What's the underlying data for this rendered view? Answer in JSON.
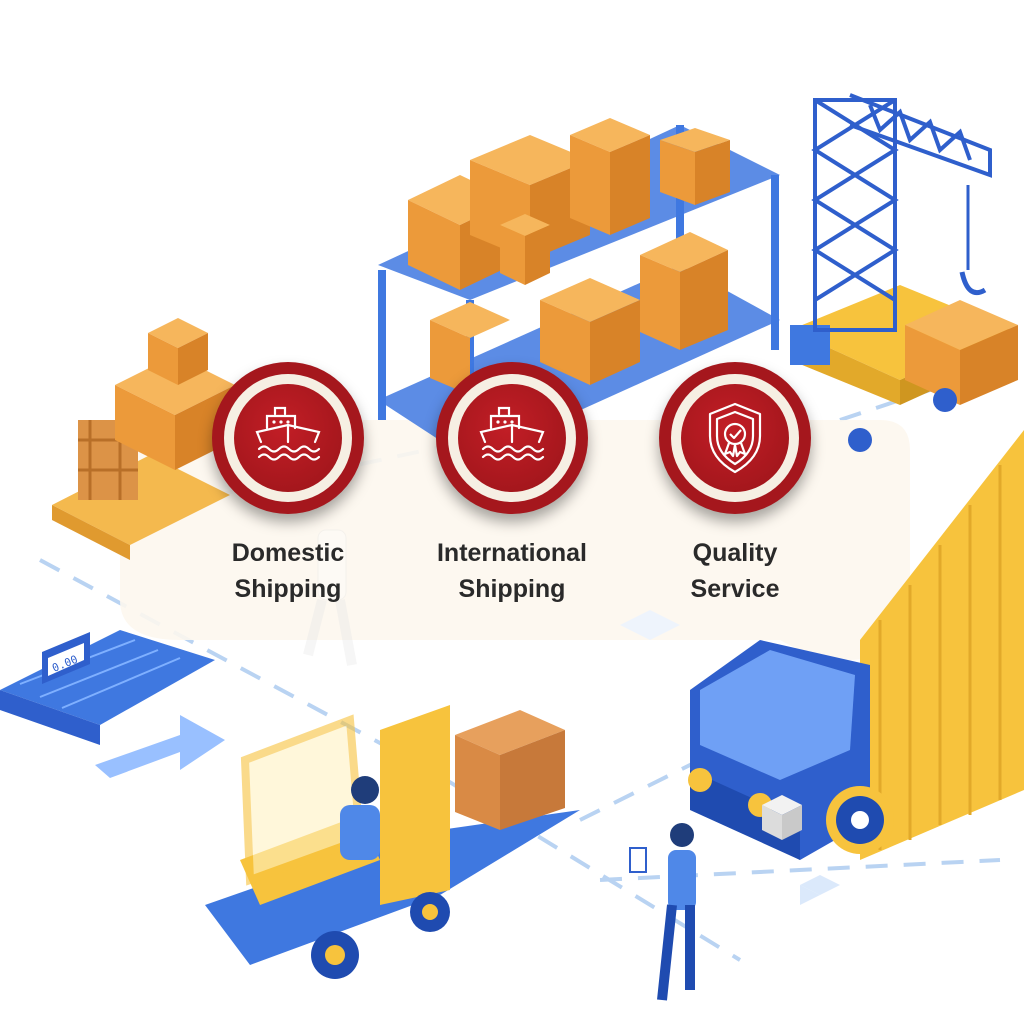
{
  "services": [
    {
      "line1": "Domestic",
      "line2": "Shipping",
      "icon": "ship-icon"
    },
    {
      "line1": "International",
      "line2": "Shipping",
      "icon": "ship-icon"
    },
    {
      "line1": "Quality",
      "line2": "Service",
      "icon": "quality-shield-icon"
    }
  ],
  "scale_display": "0.00",
  "colors": {
    "badge_red": "#a5171d",
    "badge_cream": "#f6efe3",
    "box_orange": "#f0a345",
    "accent_blue": "#3f78e0",
    "truck_yellow": "#f7c33d"
  }
}
